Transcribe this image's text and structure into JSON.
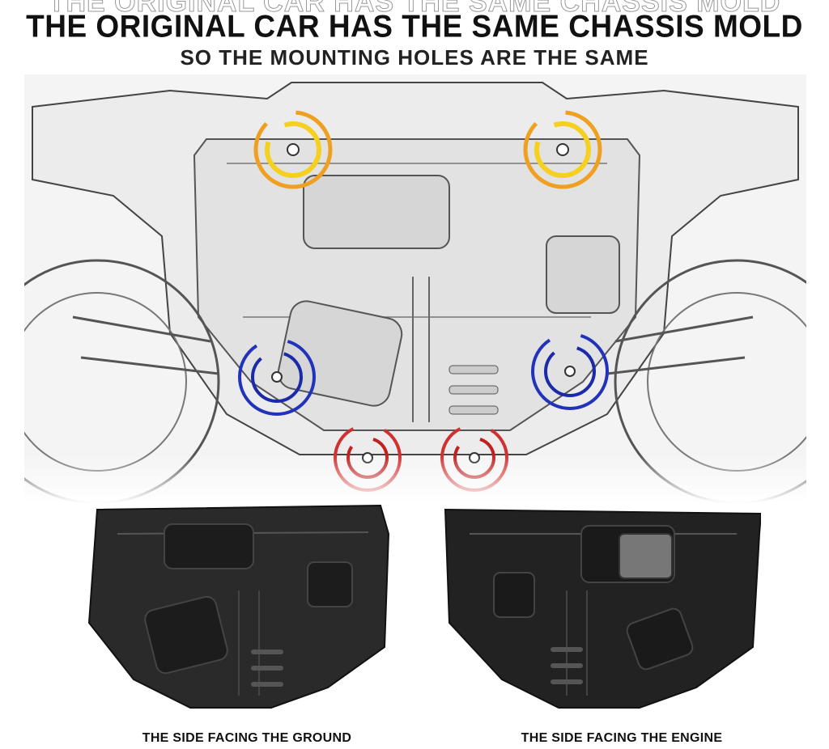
{
  "header": {
    "title": "THE ORIGINAL CAR HAS THE SAME CHASSIS MOLD",
    "subtitle": "SO THE MOUNTING HOLES ARE THE SAME"
  },
  "markers": [
    {
      "name": "mount-hole-top-left",
      "color": "#f0a020"
    },
    {
      "name": "mount-hole-top-right",
      "color": "#f0a020"
    },
    {
      "name": "mount-hole-mid-left",
      "color": "#2233bb"
    },
    {
      "name": "mount-hole-mid-right",
      "color": "#2233bb"
    },
    {
      "name": "mount-hole-bottom-left",
      "color": "#d03030"
    },
    {
      "name": "mount-hole-bottom-right",
      "color": "#d03030"
    }
  ],
  "panels": {
    "left_caption": "THE SIDE FACING THE GROUND",
    "right_caption": "THE SIDE FACING THE ENGINE"
  },
  "colors": {
    "yellow_ring": "#f0a020",
    "blue_ring": "#2233bb",
    "red_ring": "#d03030",
    "plate_dark": "#2a2a2a"
  }
}
